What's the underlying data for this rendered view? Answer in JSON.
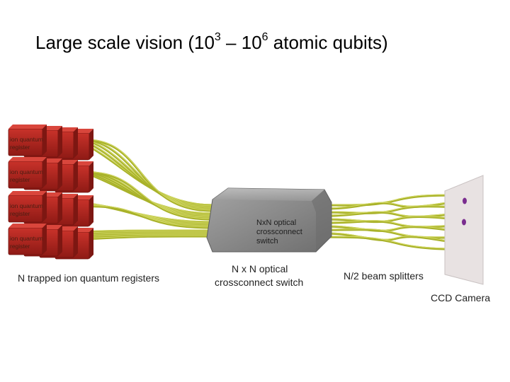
{
  "slide": {
    "title": {
      "prefix": "Large scale vision (10",
      "exp1": "3",
      "middle": " – 10",
      "exp2": "6",
      "suffix": " atomic qubits)"
    }
  },
  "diagram": {
    "registers": [
      {
        "line1": "ion quantum",
        "line2": "register"
      },
      {
        "line1": "ion quantum",
        "line2": "register"
      },
      {
        "line1": "ion quantum",
        "line2": "register"
      },
      {
        "line1": "ion quantum",
        "line2": "register"
      }
    ],
    "switch_box": {
      "line1": "NxN optical",
      "line2": "crossconnect",
      "line3": "switch"
    },
    "captions": {
      "registers": "N trapped ion quantum registers",
      "switch_line1": "N x N optical",
      "switch_line2": "crossconnect switch",
      "splitters": "N/2 beam splitters",
      "camera": "CCD Camera"
    },
    "colors": {
      "register": "#b2231d",
      "fiber": "#a9b22a",
      "switch": "#8a8a8a",
      "camera_panel": "#e8e2e2",
      "camera_spot": "#7a2d8f"
    }
  }
}
